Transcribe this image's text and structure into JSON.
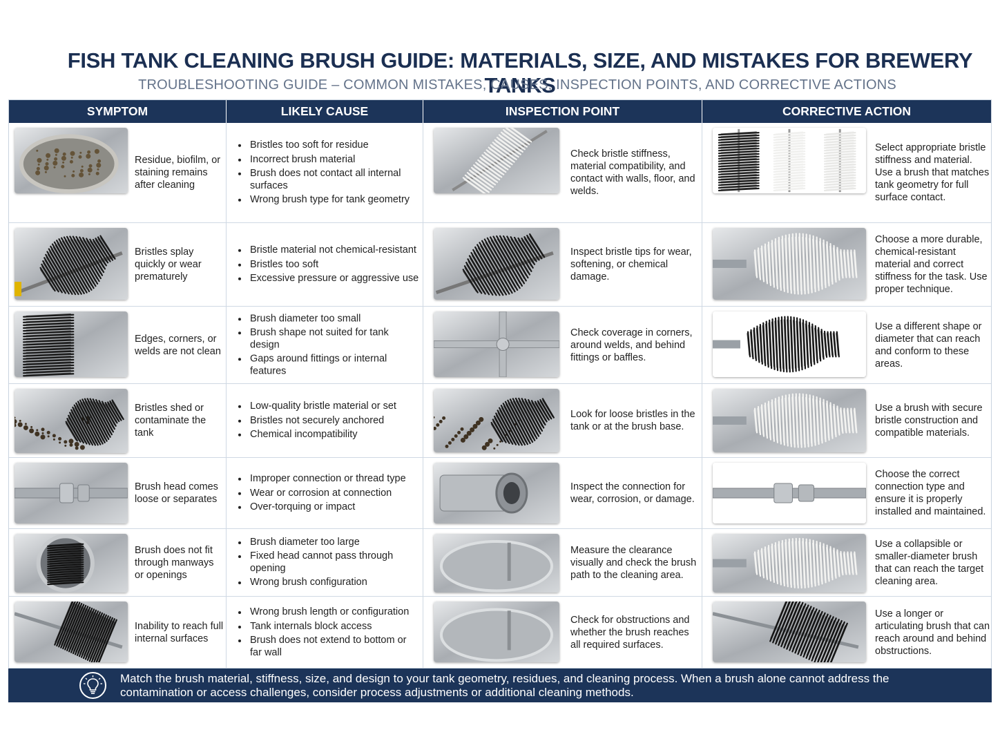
{
  "title": "FISH TANK CLEANING BRUSH GUIDE: MATERIALS, SIZE, AND MISTAKES FOR BREWERY TANKS",
  "subtitle": "TROUBLESHOOTING GUIDE – COMMON MISTAKES, CAUSES, INSPECTION POINTS, AND CORRECTIVE ACTIONS",
  "columns": [
    "SYMPTOM",
    "LIKELY CAUSE",
    "INSPECTION POINT",
    "CORRECTIVE ACTION"
  ],
  "rows": [
    {
      "symptom": "Residue, biofilm, or staining remains after cleaning",
      "causes": [
        "Bristles too soft for residue",
        "Incorrect brush material",
        "Brush does not contact all internal surfaces",
        "Wrong brush type for tank geometry"
      ],
      "inspection": "Check bristle stiffness, material compatibility, and contact with walls, floor, and welds.",
      "action": "Select appropriate bristle stiffness and material. Use a brush that matches tank geometry for full surface contact."
    },
    {
      "symptom": "Bristles splay quickly or wear prematurely",
      "causes": [
        "Bristle material not chemical-resistant",
        "Bristles too soft",
        "Excessive pressure or aggressive use"
      ],
      "inspection": "Inspect bristle tips for wear, softening, or chemical damage.",
      "action": "Choose a more durable, chemical-resistant material and correct stiffness for the task. Use proper technique."
    },
    {
      "symptom": "Edges, corners, or welds are not clean",
      "causes": [
        "Brush diameter too small",
        "Brush shape not suited for tank design",
        "Gaps around fittings or internal features"
      ],
      "inspection": "Check coverage in corners, around welds, and behind fittings or baffles.",
      "action": "Use a different shape or diameter that can reach and conform to these areas."
    },
    {
      "symptom": "Bristles shed or contaminate the tank",
      "causes": [
        "Low-quality bristle material or set",
        "Bristles not securely anchored",
        "Chemical incompatibility"
      ],
      "inspection": "Look for loose bristles in the tank or at the brush base.",
      "action": "Use a brush with secure bristle construction and compatible materials."
    },
    {
      "symptom": "Brush head comes loose or separates",
      "causes": [
        "Improper connection or thread type",
        "Wear or corrosion at connection",
        "Over-torquing or impact"
      ],
      "inspection": "Inspect the connection for wear, corrosion, or damage.",
      "action": "Choose the correct connection type and ensure it is properly installed and maintained."
    },
    {
      "symptom": "Brush does not fit through manways or openings",
      "causes": [
        "Brush diameter too large",
        "Fixed head cannot pass through opening",
        "Wrong brush configuration"
      ],
      "inspection": "Measure the clearance visually and check the brush path to the cleaning area.",
      "action": "Use a collapsible or smaller-diameter brush that can reach the target cleaning area."
    },
    {
      "symptom": "Inability to reach full internal surfaces",
      "causes": [
        "Wrong brush length or configuration",
        "Tank internals block access",
        "Brush does not extend to bottom or far wall"
      ],
      "inspection": "Check for obstructions and whether the brush reaches all required surfaces.",
      "action": "Use a longer or articulating brush that can reach around and behind obstructions."
    }
  ],
  "footer": {
    "icon": "lightbulb-icon",
    "text": "Match the brush material, stiffness, size, and design to your tank geometry, residues, and cleaning process. When a brush alone cannot address the contamination or access challenges, consider process adjustments or additional cleaning methods."
  },
  "colors": {
    "header_navy": "#1c3459",
    "title_navy": "#1b2f52",
    "subtitle_gray": "#64738a"
  }
}
